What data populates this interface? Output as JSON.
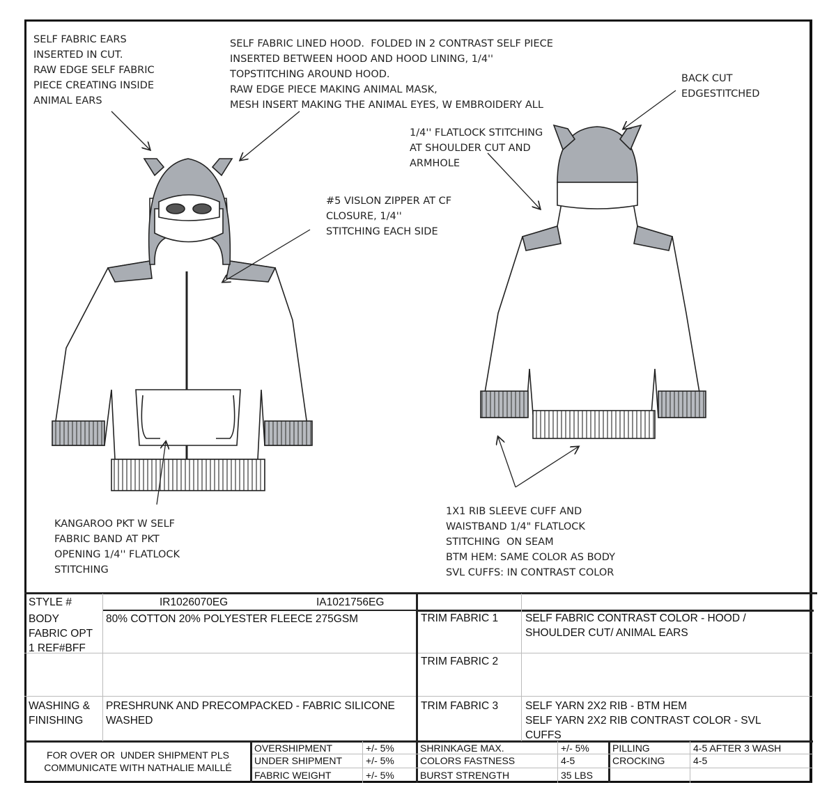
{
  "annotations": {
    "ears": "SELF FABRIC EARS\nINSERTED IN CUT.\nRAW EDGE SELF FABRIC\nPIECE CREATING INSIDE\nANIMAL EARS",
    "hood": "SELF FABRIC LINED HOOD.  FOLDED IN 2 CONTRAST SELF PIECE\nINSERTED BETWEEN HOOD AND HOOD LINING, 1/4''\nTOPSTITCHING AROUND HOOD.\nRAW EDGE PIECE MAKING ANIMAL MASK,\nMESH INSERT MAKING THE ANIMAL EYES, W EMBROIDERY ALL",
    "back_cut": "BACK CUT\nEDGESTITCHED",
    "flatlock": "1/4'' FLATLOCK STITCHING\nAT SHOULDER CUT AND\nARMHOLE",
    "zipper": "#5 VISLON ZIPPER AT CF\nCLOSURE, 1/4''\nSTITCHING EACH SIDE",
    "pocket": "KANGAROO PKT W SELF\nFABRIC BAND AT PKT\nOPENING 1/4'' FLATLOCK\nSTITCHING",
    "rib": "1X1 RIB SLEEVE CUFF AND\nWAISTBAND 1/4\" FLATLOCK\nSTITCHING  ON SEAM\nBTM HEM: SAME COLOR AS BODY\nSVL CUFFS: IN CONTRAST COLOR"
  },
  "spec": {
    "style_label": "STYLE #",
    "style_1": "IR1026070EG",
    "style_2": "IA1021756EG",
    "body_label": "BODY\nFABRIC OPT\n1 REF#BFF",
    "body_value": "80% COTTON 20% POLYESTER FLEECE 275GSM",
    "washing_label": "WASHING &\nFINISHING",
    "washing_value": "PRESHRUNK AND PRECOMPACKED - FABRIC SILICONE\nWASHED",
    "trim1_label": "TRIM FABRIC 1",
    "trim1_value": "SELF FABRIC CONTRAST COLOR - HOOD /\nSHOULDER CUT/ ANIMAL EARS",
    "trim2_label": "TRIM FABRIC 2",
    "trim3_label": "TRIM FABRIC 3",
    "trim3_value": "SELF YARN 2X2 RIB - BTM HEM\nSELF YARN 2X2 RIB CONTRAST COLOR - SVL\nCUFFS",
    "shipment_note": "FOR OVER OR  UNDER SHIPMENT PLS\nCOMMUNICATE WITH NATHALIE MAILLÉ",
    "tolerances": [
      {
        "label": "OVERSHIPMENT",
        "value": "+/- 5%"
      },
      {
        "label": "UNDER SHIPMENT",
        "value": "+/- 5%"
      },
      {
        "label": "FABRIC WEIGHT",
        "value": "+/- 5%"
      }
    ],
    "tests": [
      {
        "label": "SHRINKAGE MAX.",
        "value": "+/- 5%"
      },
      {
        "label": "COLORS FASTNESS",
        "value": "4-5"
      },
      {
        "label": "BURST STRENGTH",
        "value": "35 LBS"
      }
    ],
    "tests2": [
      {
        "label": "PILLING",
        "value": "4-5 AFTER 3 WASH"
      },
      {
        "label": "CROCKING",
        "value": "4-5"
      }
    ]
  },
  "colors": {
    "contrast": "#a9adb3",
    "line": "#222222"
  }
}
